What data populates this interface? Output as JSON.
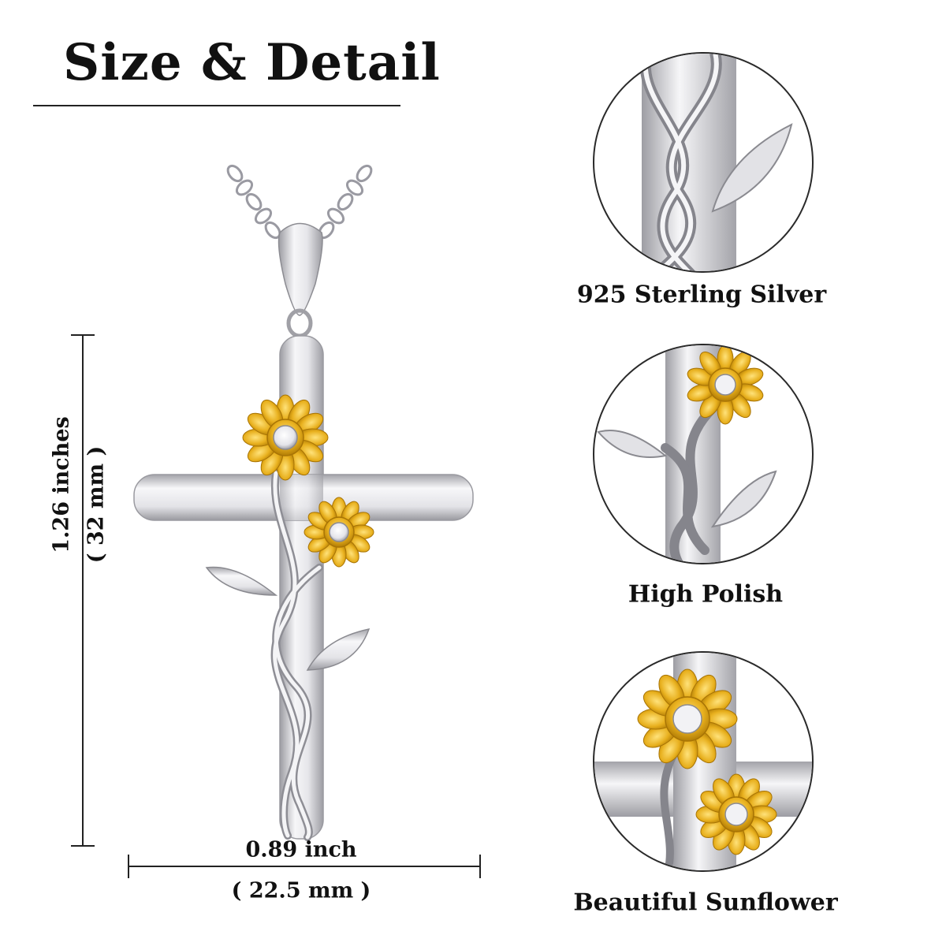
{
  "title": "Size & Detail",
  "dimensions": {
    "height_inches": "1.26 inches",
    "height_mm": "( 32 mm )",
    "width_inches": "0.89 inch",
    "width_mm": "( 22.5 mm )"
  },
  "details": [
    {
      "caption": "925 Sterling Silver",
      "image": "twisted-vine-closeup"
    },
    {
      "caption": "High Polish",
      "image": "vine-leaves-sunflower-closeup"
    },
    {
      "caption": "Beautiful Sunflower",
      "image": "two-sunflowers-closeup"
    }
  ],
  "colors": {
    "silver": "#d9d9dc",
    "gold": "#e0a51a",
    "line": "#222222"
  }
}
